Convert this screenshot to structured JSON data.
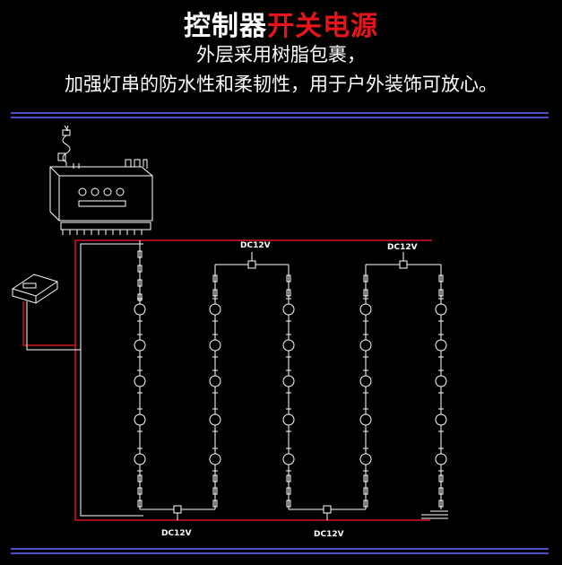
{
  "header": {
    "title_white": "控制器",
    "title_red": "开关电源",
    "subtitle_line1": "外层采用树脂包裹，",
    "subtitle_line2": "加强灯串的防水性和柔韧性，用于户外装饰可放心。"
  },
  "diagram": {
    "labels": {
      "top_left": "DC12V",
      "top_right": "DC12V",
      "bottom_left": "DC12V",
      "bottom_right": "DC12V"
    },
    "colors": {
      "rule_blue": "#4a4fc8",
      "wire_red": "#d4141c",
      "wire_white": "#ffffff"
    }
  }
}
